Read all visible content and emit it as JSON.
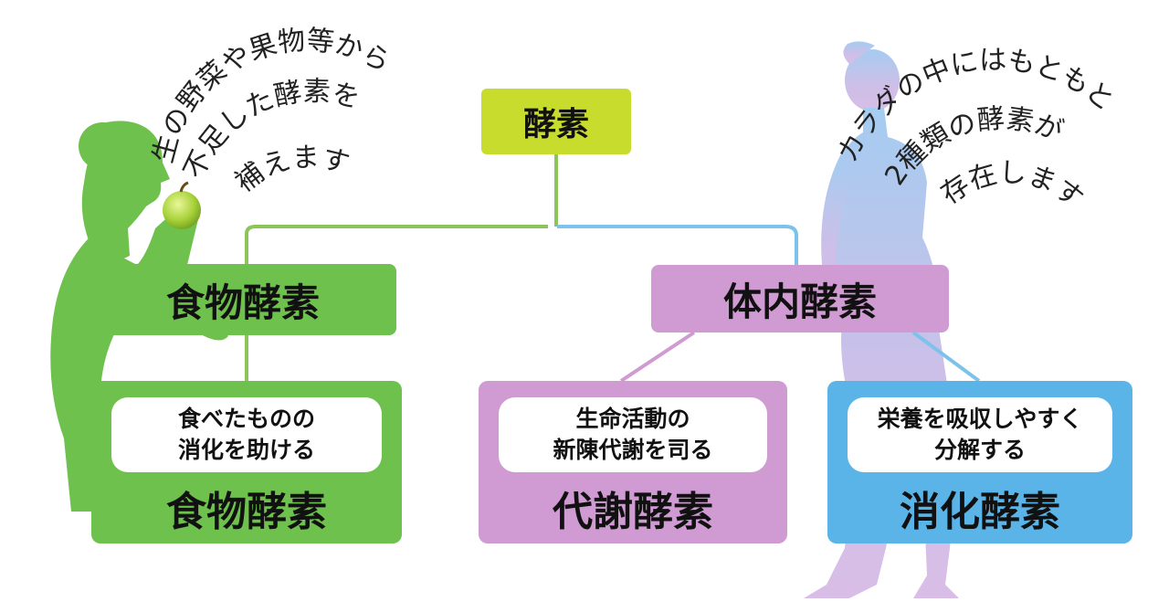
{
  "root": {
    "label": "酵素"
  },
  "branches": {
    "food": {
      "title": "食物酵素",
      "caption": [
        "生の野菜や果物等から",
        "不足した酵素を",
        "補えます"
      ]
    },
    "body": {
      "title": "体内酵素",
      "caption": [
        "カラダの中にはもともと",
        "2種類の酵素が",
        "存在します"
      ]
    }
  },
  "cards": [
    {
      "desc1": "食べたものの",
      "desc2": "消化を助ける",
      "label": "食物酵素"
    },
    {
      "desc1": "生命活動の",
      "desc2": "新陳代謝を司る",
      "label": "代謝酵素"
    },
    {
      "desc1": "栄養を吸収しやすく",
      "desc2": "分解する",
      "label": "消化酵素"
    }
  ],
  "colors": {
    "root": "#c8dc2e",
    "food": "#6ec14c",
    "metabolic": "#cf9bd2",
    "digestive": "#5ab4e8"
  }
}
